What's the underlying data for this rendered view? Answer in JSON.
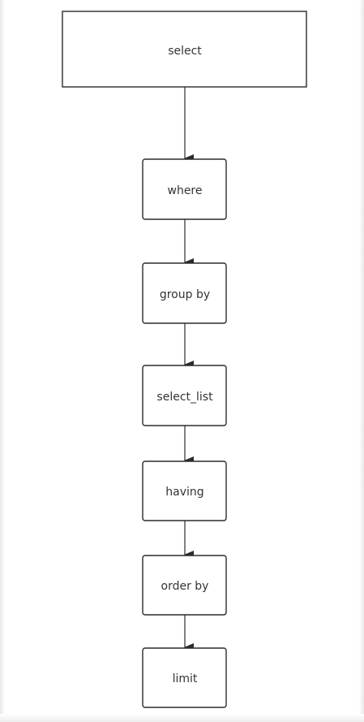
{
  "diagram": {
    "nodes": [
      {
        "id": "select",
        "label": "select"
      },
      {
        "id": "where",
        "label": "where"
      },
      {
        "id": "group_by",
        "label": "group by"
      },
      {
        "id": "select_list",
        "label": "select_list"
      },
      {
        "id": "having",
        "label": "having"
      },
      {
        "id": "order_by",
        "label": "order by"
      },
      {
        "id": "limit",
        "label": "limit"
      }
    ],
    "edges": [
      {
        "from": "select",
        "to": "where"
      },
      {
        "from": "where",
        "to": "group_by"
      },
      {
        "from": "group_by",
        "to": "select_list"
      },
      {
        "from": "select_list",
        "to": "having"
      },
      {
        "from": "having",
        "to": "order_by"
      },
      {
        "from": "order_by",
        "to": "limit"
      }
    ],
    "colors": {
      "stroke": "#2b2b2b",
      "text": "#333333",
      "background": "#ffffff"
    }
  }
}
